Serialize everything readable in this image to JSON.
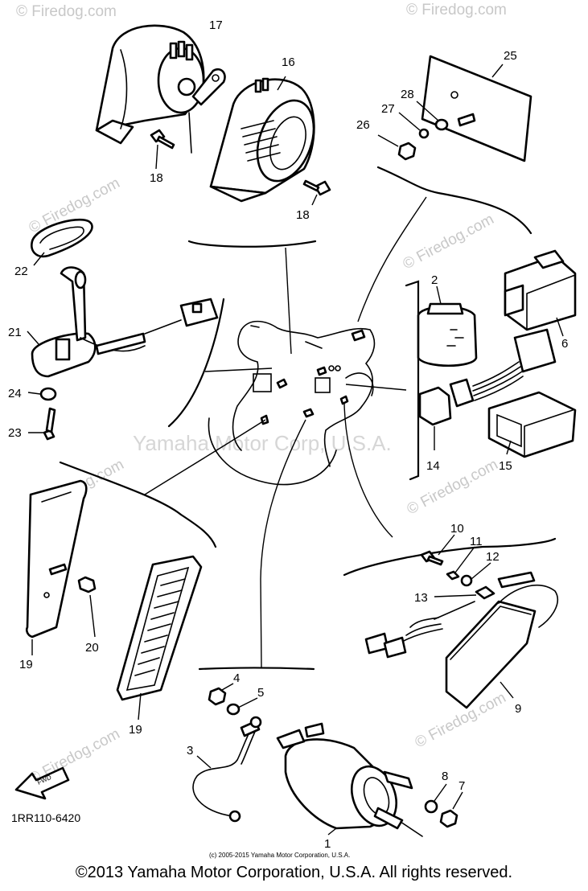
{
  "labels": {
    "p1": "1",
    "p2": "2",
    "p3": "3",
    "p4": "4",
    "p5": "5",
    "p6": "6",
    "p7": "7",
    "p8": "8",
    "p9": "9",
    "p10": "10",
    "p11": "11",
    "p12": "12",
    "p13": "13",
    "p14": "14",
    "p15": "15",
    "p16": "16",
    "p17": "17",
    "p18a": "18",
    "p18b": "18",
    "p19a": "19",
    "p19b": "19",
    "p20": "20",
    "p21": "21",
    "p22": "22",
    "p23": "23",
    "p24": "24",
    "p25": "25",
    "p26": "26",
    "p27": "27",
    "p28": "28"
  },
  "diagram_code": "1RR110-6420",
  "fwd_arrow": "FWD",
  "watermarks": {
    "firedog": "© Firedog.com",
    "center": "Yamaha Motor Corp, U.S.A."
  },
  "small_copyright": "(c) 2005-2015 Yamaha Motor Corporation, U.S.A.",
  "copyright": "©2013 Yamaha Motor Corporation, U.S.A. All rights reserved."
}
